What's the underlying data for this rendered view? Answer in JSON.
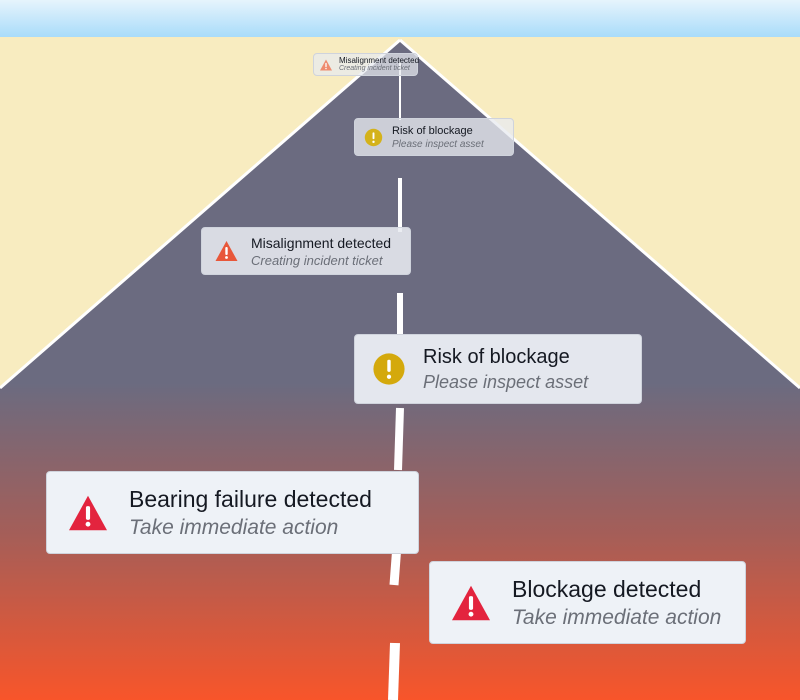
{
  "alerts": [
    {
      "title": "Misalignment detected",
      "subtitle": "Creating incident ticket",
      "severity": "warning",
      "icon": "warning-triangle-icon",
      "color": "#e8573a"
    },
    {
      "title": "Risk of blockage",
      "subtitle": "Please inspect asset",
      "severity": "caution",
      "icon": "exclamation-circle-icon",
      "color": "#d4a90c"
    },
    {
      "title": "Misalignment detected",
      "subtitle": "Creating incident ticket",
      "severity": "warning",
      "icon": "warning-triangle-icon",
      "color": "#e8573a"
    },
    {
      "title": "Risk of blockage",
      "subtitle": "Please inspect asset",
      "severity": "caution",
      "icon": "exclamation-circle-icon",
      "color": "#d4a90c"
    },
    {
      "title": "Bearing failure detected",
      "subtitle": "Take immediate action",
      "severity": "critical",
      "icon": "warning-triangle-icon",
      "color": "#e3243e"
    },
    {
      "title": "Blockage detected",
      "subtitle": "Take immediate action",
      "severity": "critical",
      "icon": "warning-triangle-icon",
      "color": "#e3243e"
    }
  ],
  "colors": {
    "sky": "#a9dcfa",
    "ground": "#f8ecc0",
    "road_far": "#6b6b80",
    "road_near": "#f8552a",
    "road_edge": "#ffffff"
  }
}
